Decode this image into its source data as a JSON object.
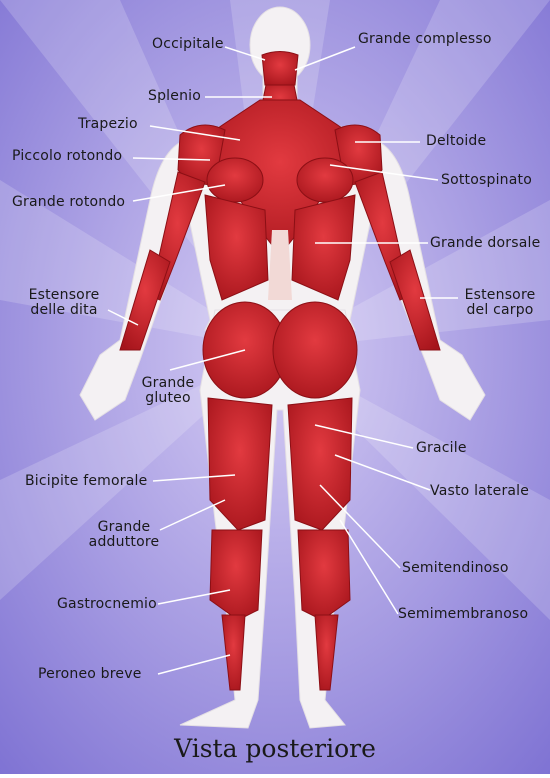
{
  "title": "Vista posteriore",
  "labels": {
    "occipitale": "Occipitale",
    "grande_complesso": "Grande complesso",
    "splenio": "Splenio",
    "trapezio": "Trapezio",
    "deltoide": "Deltoide",
    "piccolo_rotondo": "Piccolo rotondo",
    "sottospinato": "Sottospinato",
    "grande_rotondo": "Grande rotondo",
    "grande_dorsale": "Grande dorsale",
    "estensore_dita_1": "Estensore",
    "estensore_dita_2": "delle dita",
    "estensore_carpo_1": "Estensore",
    "estensore_carpo_2": "del carpo",
    "grande_gluteo_1": "Grande",
    "grande_gluteo_2": "gluteo",
    "gracile": "Gracile",
    "bicipite_femorale": "Bicipite femorale",
    "vasto_laterale": "Vasto laterale",
    "grande_adduttore_1": "Grande",
    "grande_adduttore_2": "adduttore",
    "semitendinoso": "Semitendinoso",
    "gastrocnemio": "Gastrocnemio",
    "semimembranoso": "Semimembranoso",
    "peroneo_breve": "Peroneo breve"
  },
  "colors": {
    "background_center": "#c4b6ee",
    "background_edge": "#8579d8",
    "muscle": "#d0232b",
    "muscle_dark": "#a3141b",
    "skin": "#f4f1f3",
    "spine": "#f2d9d6"
  }
}
